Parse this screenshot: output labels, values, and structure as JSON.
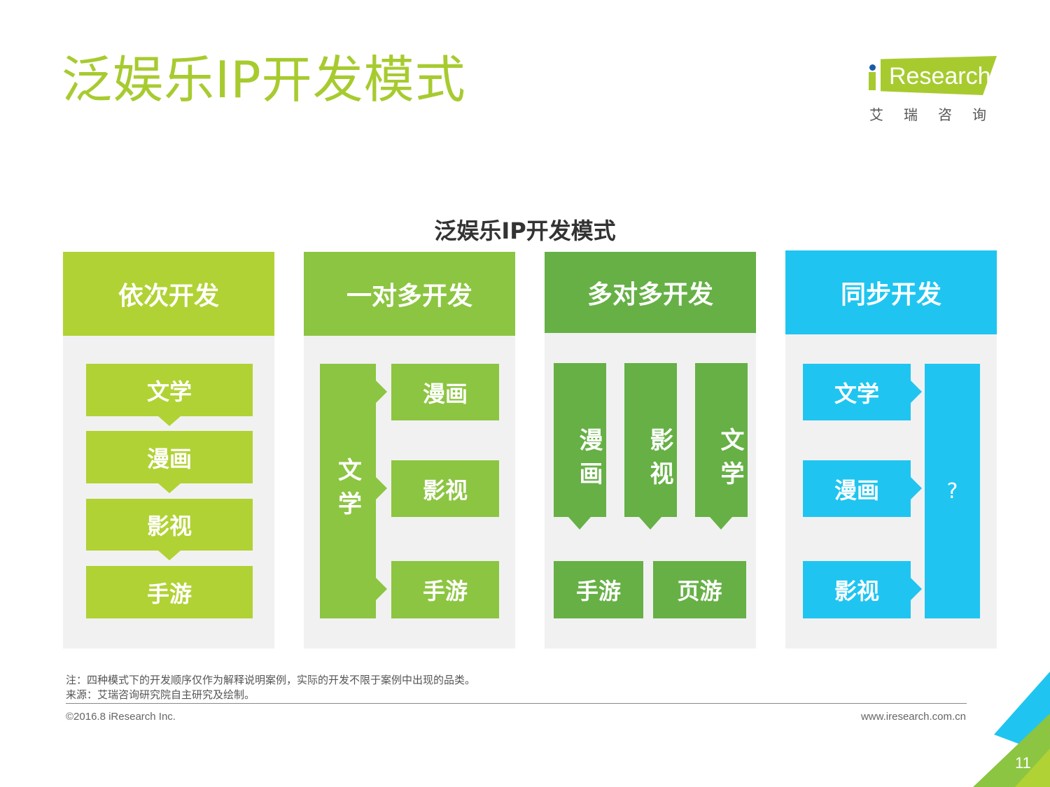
{
  "page_title": "泛娱乐IP开发模式",
  "logo": {
    "brand": "Research",
    "brand_i": "i",
    "sub": "艾瑞咨询"
  },
  "diagram_title": "泛娱乐IP开发模式",
  "colors": {
    "lime": "#b1d234",
    "green": "#8cc541",
    "darkgreen": "#66b046",
    "cyan": "#1fc5f0",
    "panel": "#f1f1f1"
  },
  "columns": [
    {
      "header": "依次开发",
      "items": [
        "文学",
        "漫画",
        "影视",
        "手游"
      ]
    },
    {
      "header": "一对多开发",
      "source": "文学",
      "targets": [
        "漫画",
        "影视",
        "手游"
      ]
    },
    {
      "header": "多对多开发",
      "sources": [
        "漫画",
        "影视",
        "文学"
      ],
      "targets": [
        "手游",
        "页游"
      ]
    },
    {
      "header": "同步开发",
      "sources": [
        "文学",
        "漫画",
        "影视"
      ],
      "target": "?"
    }
  ],
  "notes": {
    "note": "注：四种模式下的开发顺序仅作为解释说明案例，实际的开发不限于案例中出现的品类。",
    "source": "来源：艾瑞咨询研究院自主研究及绘制。"
  },
  "footer": {
    "copyright": "©2016.8 iResearch Inc.",
    "url": "www.iresearch.com.cn",
    "page": "11"
  }
}
